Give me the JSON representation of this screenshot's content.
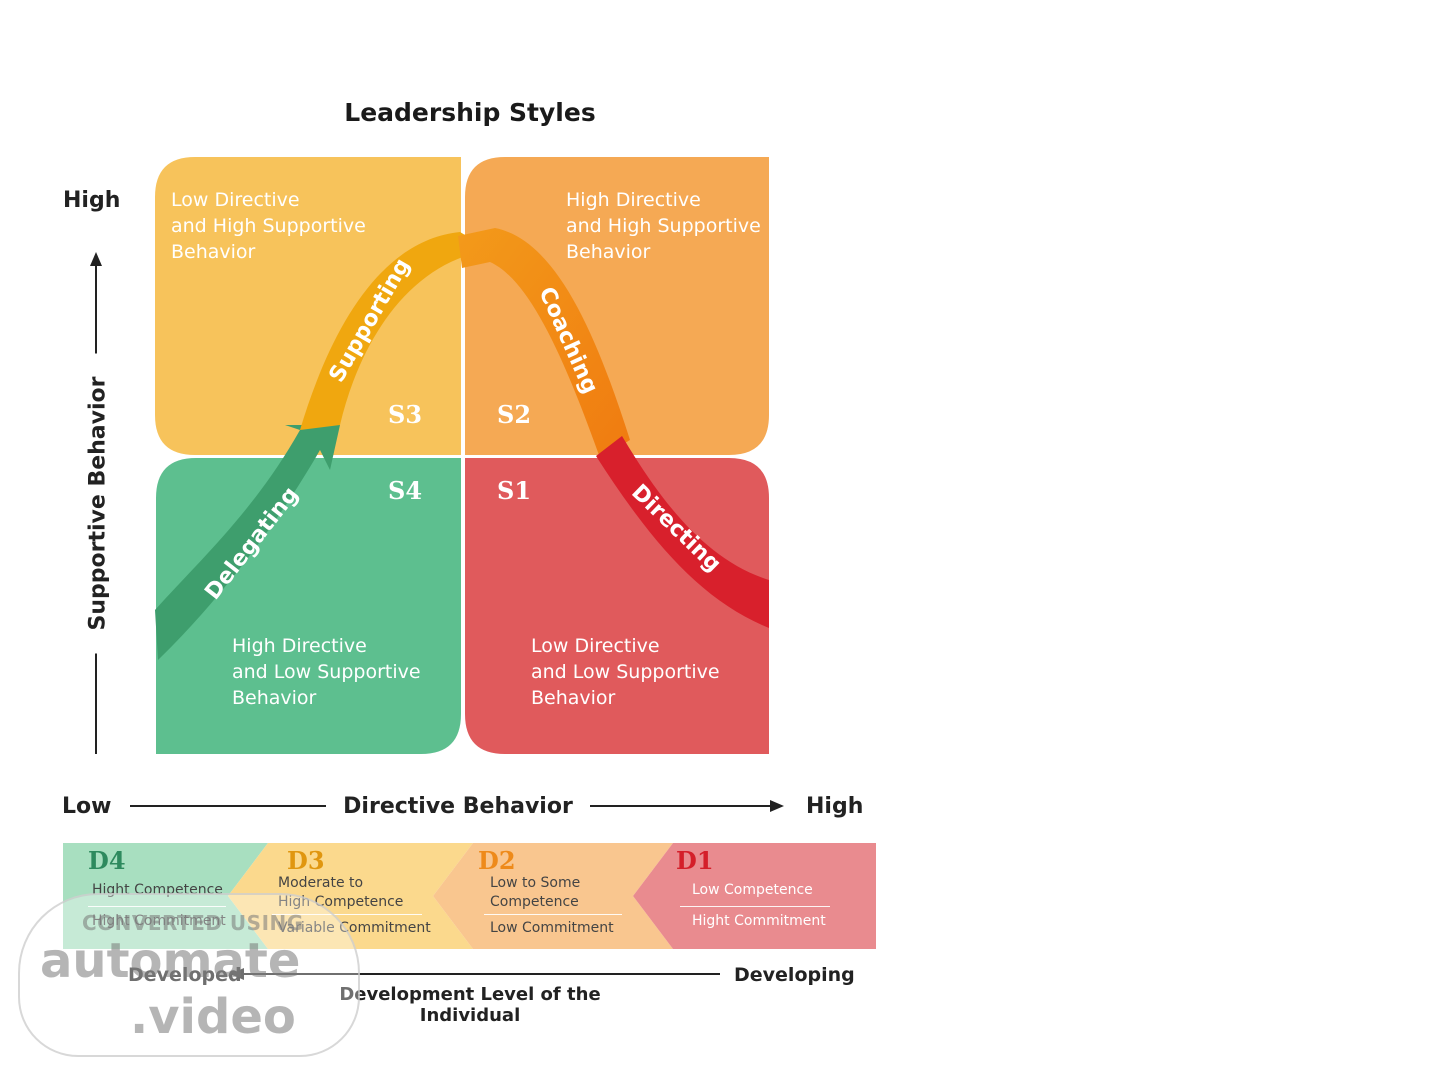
{
  "title": "Leadership Styles",
  "axes": {
    "y_high": "High",
    "y_label": "Supportive Behavior",
    "x_low": "Low",
    "x_label": "Directive Behavior",
    "x_high": "High"
  },
  "quadrants": [
    {
      "id": "S3",
      "lines": [
        "Low Directive",
        "and High Supportive",
        "Behavior"
      ],
      "color": "#f7c35b"
    },
    {
      "id": "S2",
      "lines": [
        "High Directive",
        "and High Supportive",
        "Behavior"
      ],
      "color": "#f5a954"
    },
    {
      "id": "S4",
      "lines": [
        "High Directive",
        "and Low Supportive",
        "Behavior"
      ],
      "color": "#5dbf8f"
    },
    {
      "id": "S1",
      "lines": [
        "Low Directive",
        "and Low Supportive",
        "Behavior"
      ],
      "color": "#e05a5c"
    }
  ],
  "curve_labels": [
    "Delegating",
    "Supporting",
    "Coaching",
    "Directing"
  ],
  "development": [
    {
      "code": "D4",
      "lines": [
        "Hight Competence",
        "Hight Commitment"
      ],
      "color": "#a8dfc0",
      "code_color": "#2e8a5e"
    },
    {
      "code": "D3",
      "lines": [
        "Moderate to",
        "High Competence",
        "Variable Commitment"
      ],
      "color": "#fbd98d",
      "code_color": "#e0960f"
    },
    {
      "code": "D2",
      "lines": [
        "Low  to Some",
        "Competence",
        "Low Commitment"
      ],
      "color": "#f9c68f",
      "code_color": "#ee8a1a"
    },
    {
      "code": "D1",
      "lines": [
        "Low Competence",
        "Hight Commitment"
      ],
      "color": "#e98b8f",
      "code_color": "#d41f2a"
    }
  ],
  "dev_axis": {
    "left": "Developed",
    "right": "Developing",
    "label": "Development Level of the Individual"
  },
  "watermark": {
    "line1": "CONVERTED USING",
    "line2": "automate",
    "line3": ".video"
  }
}
